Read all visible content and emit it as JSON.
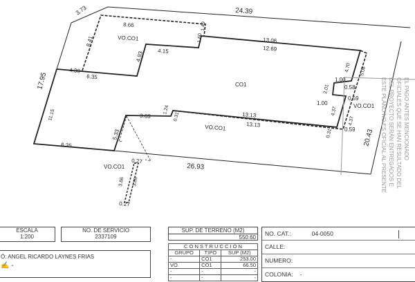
{
  "plan": {
    "labels": [
      "3.73",
      "24.39",
      "8.66",
      "VO.CO1",
      "8.41",
      "1.49",
      "1.60",
      "13.06",
      "12.69",
      "4.15",
      "4.93",
      "4.30",
      "6.35",
      "17.95",
      "11.15",
      "CO1",
      "3.63",
      "1.24",
      "0.31",
      "13.13",
      "VO.CO1",
      "13.13",
      "5.33",
      "6.35",
      "26.93",
      "0.27",
      "VO.CO1",
      "3.86",
      "3.86",
      "0.27",
      "4.70",
      "5.08",
      "1.00",
      "0.58",
      "2.01",
      "1.00",
      "0.59",
      "VO.CO1",
      "4.37",
      "4.37",
      "0.31",
      "0.59",
      "20.43"
    ],
    "note": [
      "ESTE PLANO NO ES OFICIAL AL PRESENTE",
      "DEL PROYECTO SERÁN ENTREGADOS E",
      "OFICIALES QUE SE HAN RESULTADO DEL",
      "EL PAGO ANTES MENCIONADO"
    ]
  },
  "footer": {
    "escala_label": "ESCALA",
    "escala_value": "1:200",
    "servicio_label": "NO. DE SERVICIO",
    "servicio_value": "2337109",
    "elaboro": "Ó:  ANGEL RICARDO LAYNES FRIAS",
    "dash": "-",
    "terreno_label": "SUP. DE TERRENO (M2)",
    "terreno_value": "550.60",
    "construccion_title": "C O N S T R U C C I O N",
    "construccion_headers": [
      "GRUPO",
      "TIPO",
      "SUP (M2)"
    ],
    "construccion_rows": [
      [
        "-",
        "CO1",
        "253.00"
      ],
      [
        "VO.",
        "CO1",
        "66.50"
      ],
      [
        "-",
        "-",
        "-"
      ],
      [
        "-",
        "-",
        "-"
      ]
    ],
    "cat_label": "NO. CAT.:",
    "cat_value": "04-0050",
    "calle_label": "CALLE:",
    "numero_label": "NUMERO:",
    "colonia_label": "COLONIA:",
    "colonia_value": "-"
  }
}
